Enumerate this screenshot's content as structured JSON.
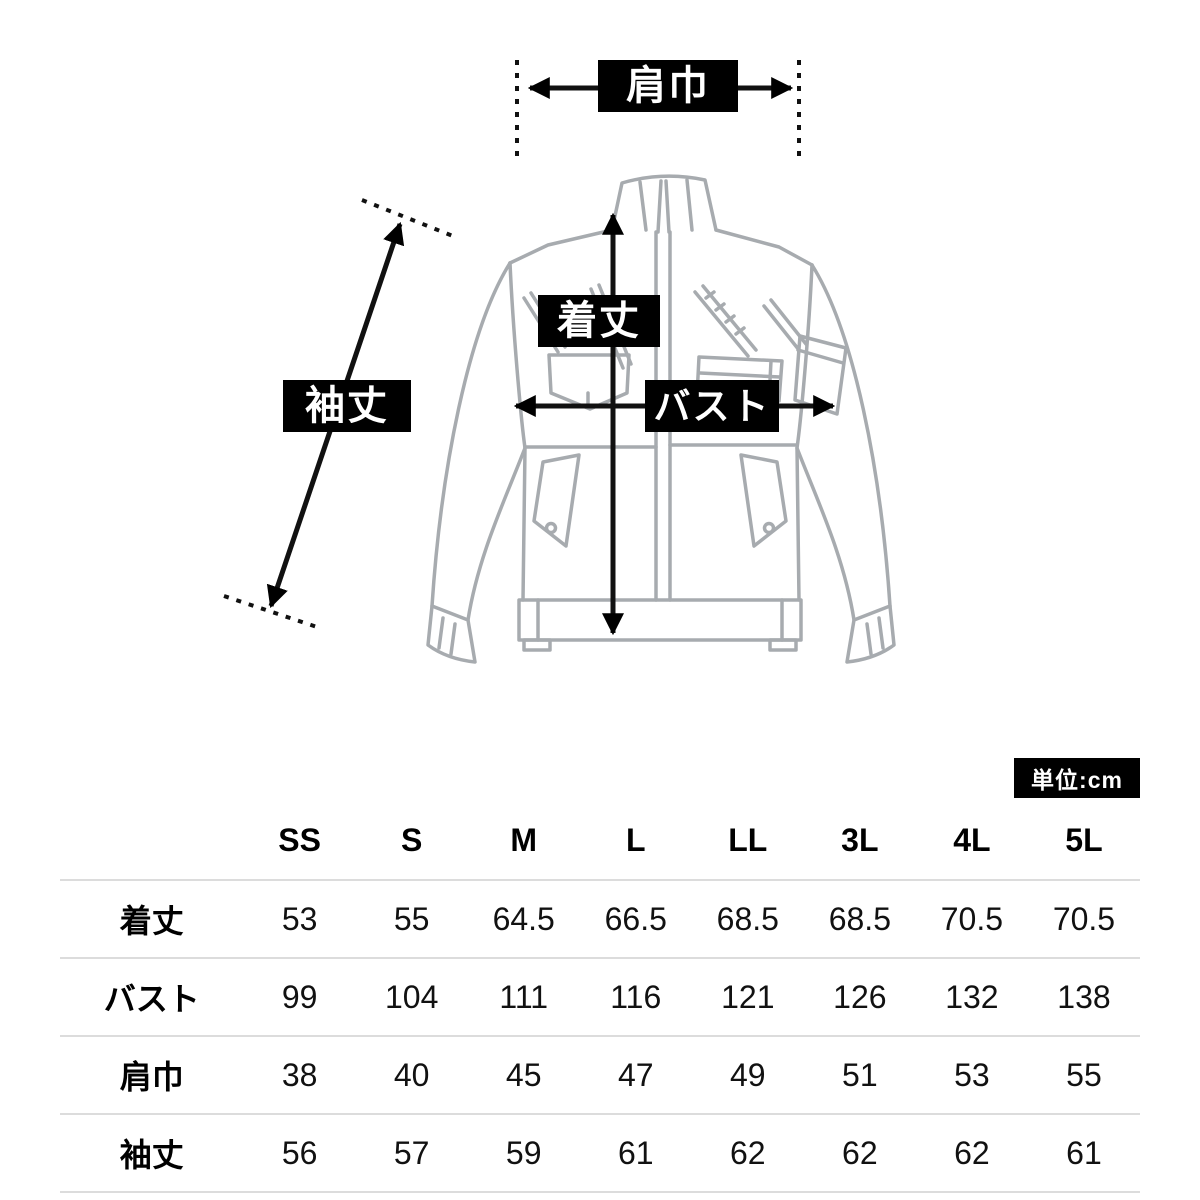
{
  "labels": {
    "shoulder_width": "肩巾",
    "body_length": "着丈",
    "bust": "バスト",
    "sleeve_length": "袖丈"
  },
  "unit_badge": "単位:cm",
  "table": {
    "columns": [
      "SS",
      "S",
      "M",
      "L",
      "LL",
      "3L",
      "4L",
      "5L"
    ],
    "rows": [
      {
        "label": "着丈",
        "values": [
          "53",
          "55",
          "64.5",
          "66.5",
          "68.5",
          "68.5",
          "70.5",
          "70.5"
        ]
      },
      {
        "label": "バスト",
        "values": [
          "99",
          "104",
          "111",
          "116",
          "121",
          "126",
          "132",
          "138"
        ]
      },
      {
        "label": "肩巾",
        "values": [
          "38",
          "40",
          "45",
          "47",
          "49",
          "51",
          "53",
          "55"
        ]
      },
      {
        "label": "袖丈",
        "values": [
          "56",
          "57",
          "59",
          "61",
          "62",
          "62",
          "62",
          "61"
        ]
      }
    ]
  }
}
